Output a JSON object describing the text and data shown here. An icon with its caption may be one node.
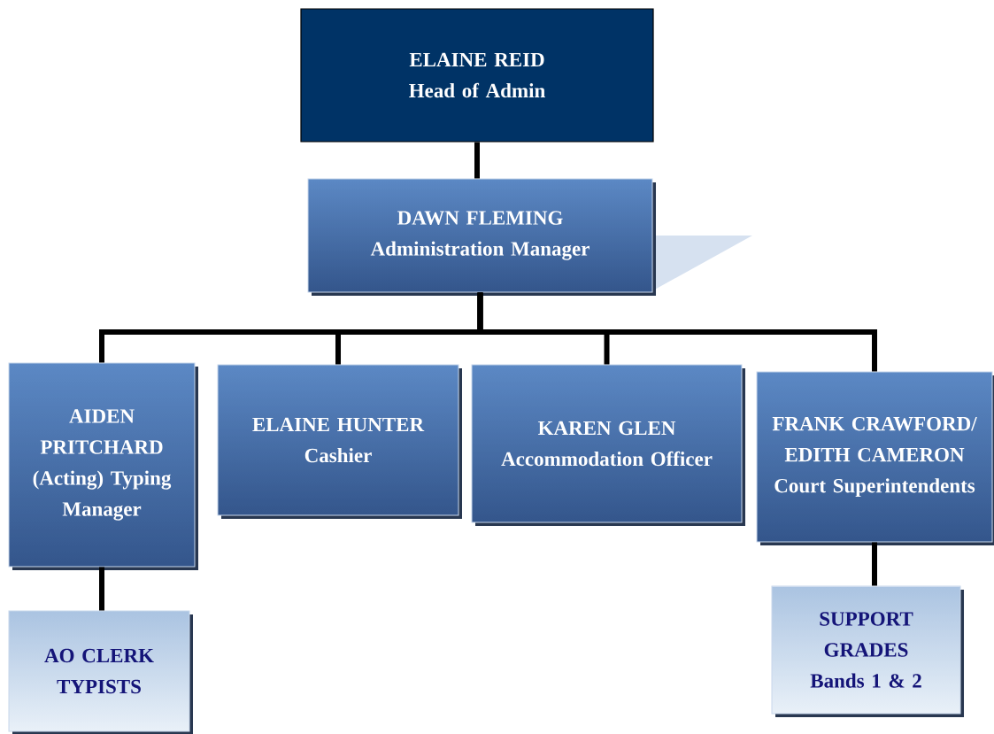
{
  "diagram": {
    "nodes": [
      {
        "text": [
          "ELAINE REID",
          "Head of Admin"
        ]
      },
      {
        "text": [
          "DAWN FLEMING",
          "Administration Manager"
        ]
      },
      {
        "text": [
          "AIDEN PRITCHARD",
          "(Acting) Typing Manager"
        ]
      },
      {
        "text": [
          "ELAINE HUNTER",
          "Cashier"
        ]
      },
      {
        "text": [
          "KAREN GLEN",
          "Accommodation Officer"
        ]
      },
      {
        "text": [
          "FRANK CRAWFORD/ EDITH CAMERON",
          "Court Superintendents"
        ]
      },
      {
        "text": [
          "AO CLERK TYPISTS"
        ]
      },
      {
        "text": [
          "SUPPORT GRADES",
          "Bands 1 & 2"
        ]
      }
    ],
    "edges": [
      {
        "from": 0,
        "to": 1,
        "arrow": "none"
      },
      {
        "from": 1,
        "to": 2,
        "arrow": "none"
      },
      {
        "from": 1,
        "to": 3,
        "arrow": "none"
      },
      {
        "from": 1,
        "to": 4,
        "arrow": "none"
      },
      {
        "from": 1,
        "to": 5,
        "arrow": "none"
      },
      {
        "from": 2,
        "to": 6,
        "arrow": "none"
      },
      {
        "from": 5,
        "to": 7,
        "arrow": "none"
      }
    ]
  }
}
